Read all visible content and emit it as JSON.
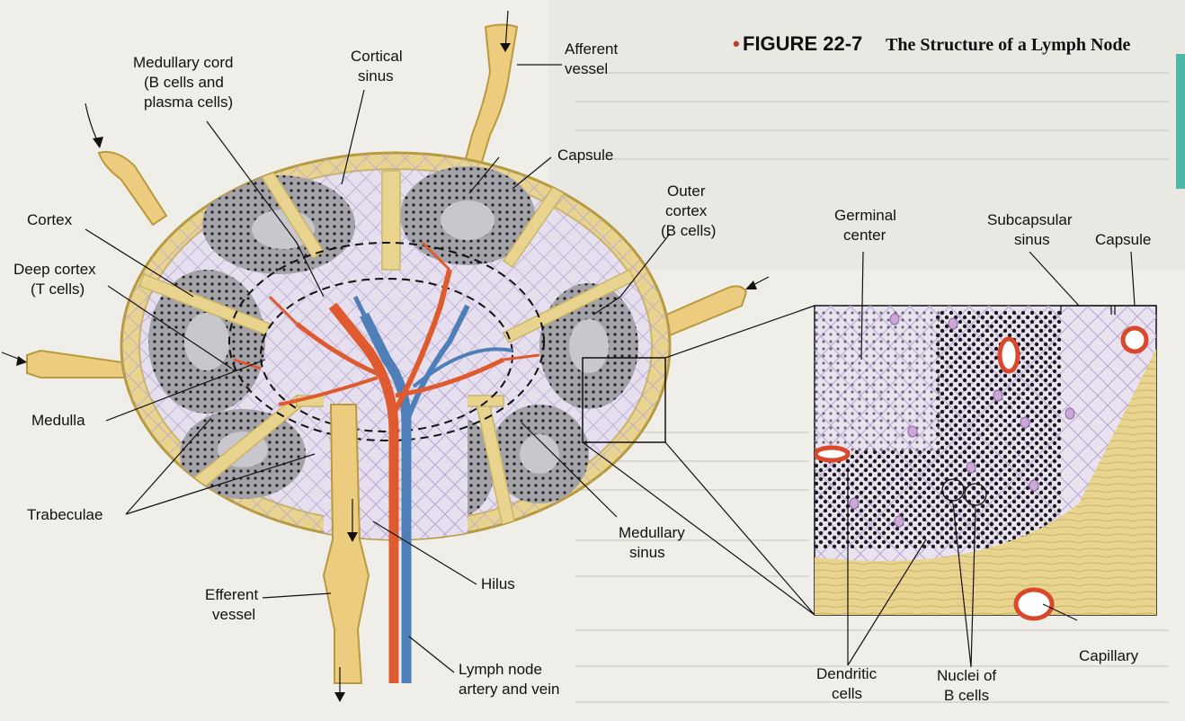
{
  "figure": {
    "number": "FIGURE 22-7",
    "title": "The Structure of a Lymph Node"
  },
  "labels": {
    "afferent": [
      "Afferent",
      "vessel"
    ],
    "medullary_cord": [
      "Medullary cord",
      "(B cells and",
      "plasma cells)"
    ],
    "cortical_sinus": [
      "Cortical",
      "sinus"
    ],
    "capsule_left": "Capsule",
    "outer_cortex": [
      "Outer",
      "cortex",
      "(B cells)"
    ],
    "cortex": "Cortex",
    "deep_cortex": [
      "Deep cortex",
      "(T cells)"
    ],
    "medulla": "Medulla",
    "trabeculae": "Trabeculae",
    "efferent": [
      "Efferent",
      "vessel"
    ],
    "hilus": "Hilus",
    "medullary_sinus": [
      "Medullary",
      "sinus"
    ],
    "artery_vein": [
      "Lymph node",
      "artery and vein"
    ],
    "germinal_center": [
      "Germinal",
      "center"
    ],
    "subcapsular_sinus": [
      "Subcapsular",
      "sinus"
    ],
    "capsule_right": "Capsule",
    "dendritic": [
      "Dendritic",
      "cells"
    ],
    "nuclei": [
      "Nuclei of",
      "B cells"
    ],
    "capillary": "Capillary"
  },
  "colors": {
    "capsule": "#e9d48f",
    "capsule_edge": "#b89a3e",
    "tissue": "#e6e0ee",
    "follicle": "#a3a2a9",
    "artery": "#e05a2f",
    "vein": "#4f7fb8",
    "vessel": "#eccd80",
    "accent": "#c0392b"
  }
}
